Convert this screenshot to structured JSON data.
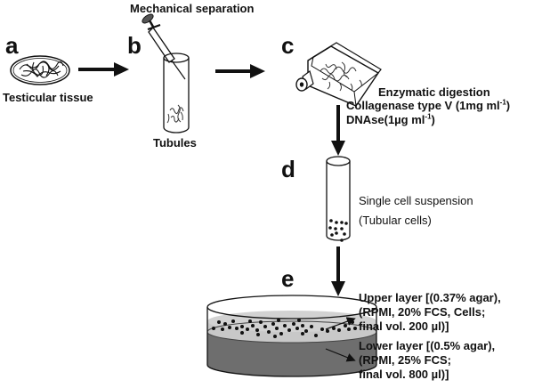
{
  "panels": {
    "a": {
      "letter": "a",
      "caption": "Testicular tissue"
    },
    "b": {
      "letter": "b",
      "title": "Mechanical separation",
      "caption": "Tubules"
    },
    "c": {
      "letter": "c",
      "step_title": "Enzymatic digestion",
      "reagent1_main": "Collagenase type V (1mg ml",
      "reagent1_sup": "-1",
      "reagent1_close": ")",
      "reagent2_main": "DNAse(1µg ml",
      "reagent2_sup": "-1",
      "reagent2_close": ")"
    },
    "d": {
      "letter": "d",
      "line1": "Single cell suspension",
      "line2": "(Tubular cells)"
    },
    "e": {
      "letter": "e",
      "upper_layer": [
        "Upper layer [(0.37% agar),",
        "(RPMI, 20% FCS, Cells;",
        "final vol. 200 µl)]"
      ],
      "lower_layer": [
        "Lower layer [(0.5% agar),",
        "(RPMI, 25% FCS;",
        "final vol. 800 µl)]"
      ]
    }
  },
  "colors": {
    "ink": "#111111",
    "upper_layer_fill": "#c8c8c8",
    "lower_layer_fill": "#6e6e6e",
    "lower_layer_top": "#8a8a8a"
  }
}
